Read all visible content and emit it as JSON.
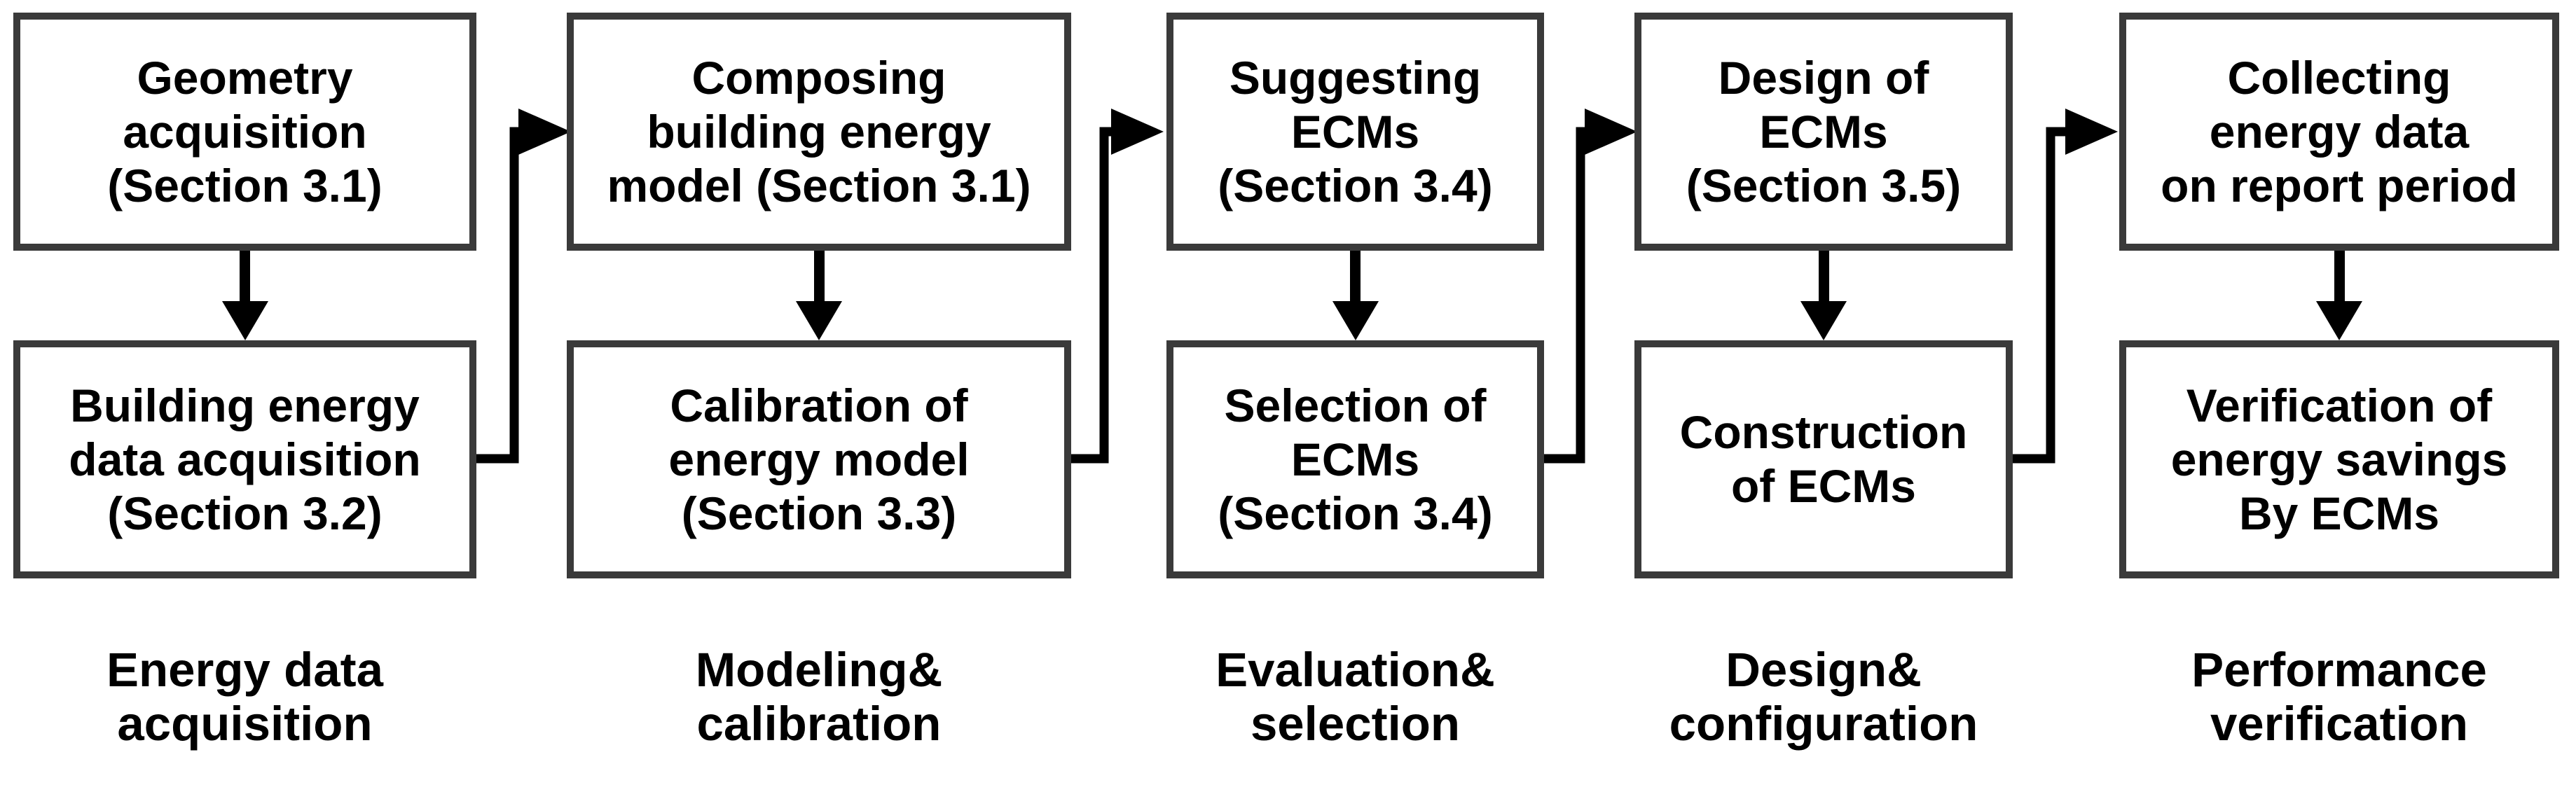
{
  "diagram": {
    "colors": {
      "box_border": "#3a3a3a",
      "arrow": "#000000",
      "text": "#000000",
      "background": "#ffffff"
    },
    "stages": [
      {
        "id": "energy-data-acquisition",
        "top_box": "Geometry\nacquisition\n(Section 3.1)",
        "bottom_box": "Building energy\ndata acquisition\n(Section 3.2)",
        "label": "Energy data\nacquisition"
      },
      {
        "id": "modeling-calibration",
        "top_box": "Composing\nbuilding energy\nmodel (Section 3.1)",
        "bottom_box": "Calibration of\nenergy model\n(Section 3.3)",
        "label": "Modeling&\ncalibration"
      },
      {
        "id": "evaluation-selection",
        "top_box": "Suggesting\nECMs\n(Section 3.4)",
        "bottom_box": "Selection of\nECMs\n(Section 3.4)",
        "label": "Evaluation&\nselection"
      },
      {
        "id": "design-configuration",
        "top_box": "Design of\nECMs\n(Section 3.5)",
        "bottom_box": "Construction\nof ECMs",
        "label": "Design&\nconfiguration"
      },
      {
        "id": "performance-verification",
        "top_box": "Collecting\nenergy data\non report period",
        "bottom_box": "Verification of\nenergy savings\nBy ECMs",
        "label": "Performance\nverification"
      }
    ]
  }
}
